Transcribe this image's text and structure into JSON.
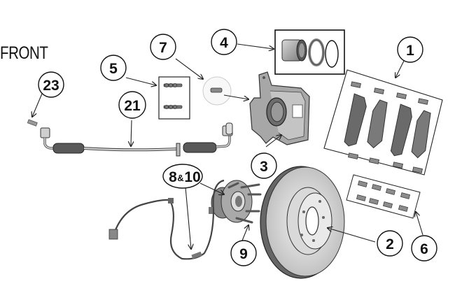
{
  "diagram": {
    "orientation_label": "FRONT",
    "callouts": [
      {
        "id": "1",
        "label": "1",
        "part": "brake-pad-set"
      },
      {
        "id": "2",
        "label": "2",
        "part": "brake-rotor"
      },
      {
        "id": "3",
        "label": "3",
        "part": "brake-caliper"
      },
      {
        "id": "4",
        "label": "4",
        "part": "caliper-piston-seal-kit"
      },
      {
        "id": "5",
        "label": "5",
        "part": "caliper-guide-pin-kit"
      },
      {
        "id": "6",
        "label": "6",
        "part": "brake-hardware-kit"
      },
      {
        "id": "7",
        "label": "7",
        "part": "bleeder-screw"
      },
      {
        "id": "8_10",
        "label_main": "8",
        "label_amp": "&",
        "label_tail": "10",
        "part": "abs-wheel-speed-sensor"
      },
      {
        "id": "9",
        "label": "9",
        "part": "wheel-hub-bearing"
      },
      {
        "id": "21",
        "label": "21",
        "part": "brake-hose"
      },
      {
        "id": "23",
        "label": "23",
        "part": "banjo-bolt"
      }
    ]
  }
}
